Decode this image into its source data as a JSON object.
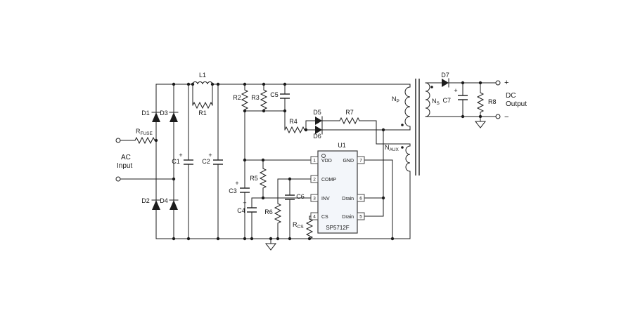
{
  "schematic": {
    "ac": {
      "line1": "AC",
      "line2": "Input"
    },
    "dc": {
      "line1": "DC",
      "line2": "Output",
      "plus": "+",
      "minus": "−"
    },
    "polarity_plus": "+",
    "parts": {
      "rfuse": {
        "ref": "R",
        "sub": "FUSE"
      },
      "d1": "D1",
      "d2": "D2",
      "d3": "D3",
      "d4": "D4",
      "d5": "D5",
      "d6": "D6",
      "d7": "D7",
      "l1": "L1",
      "r1": "R1",
      "r2": "R2",
      "r3": "R3",
      "r4": "R4",
      "r5": "R5",
      "r6": "R6",
      "r7": "R7",
      "r8": "R8",
      "c1": "C1",
      "c2": "C2",
      "c3": "C3",
      "c4": "C4",
      "c5": "C5",
      "c6": "C6",
      "c7": "C7",
      "rcs": {
        "ref": "R",
        "sub": "CS"
      },
      "np": {
        "ref": "N",
        "sub": "P"
      },
      "ns": {
        "ref": "N",
        "sub": "S"
      },
      "naux": {
        "ref": "N",
        "sub": "AUX"
      }
    },
    "ic": {
      "ref": "U1",
      "part": "SP5712F",
      "left_pins": [
        {
          "num": "1",
          "name": "VDD"
        },
        {
          "num": "2",
          "name": "COMP"
        },
        {
          "num": "3",
          "name": "INV"
        },
        {
          "num": "4",
          "name": "CS"
        }
      ],
      "right_pins": [
        {
          "num": "7",
          "name": "GND"
        },
        {
          "num": "6",
          "name": "Drain"
        },
        {
          "num": "5",
          "name": "Drain"
        }
      ]
    }
  }
}
